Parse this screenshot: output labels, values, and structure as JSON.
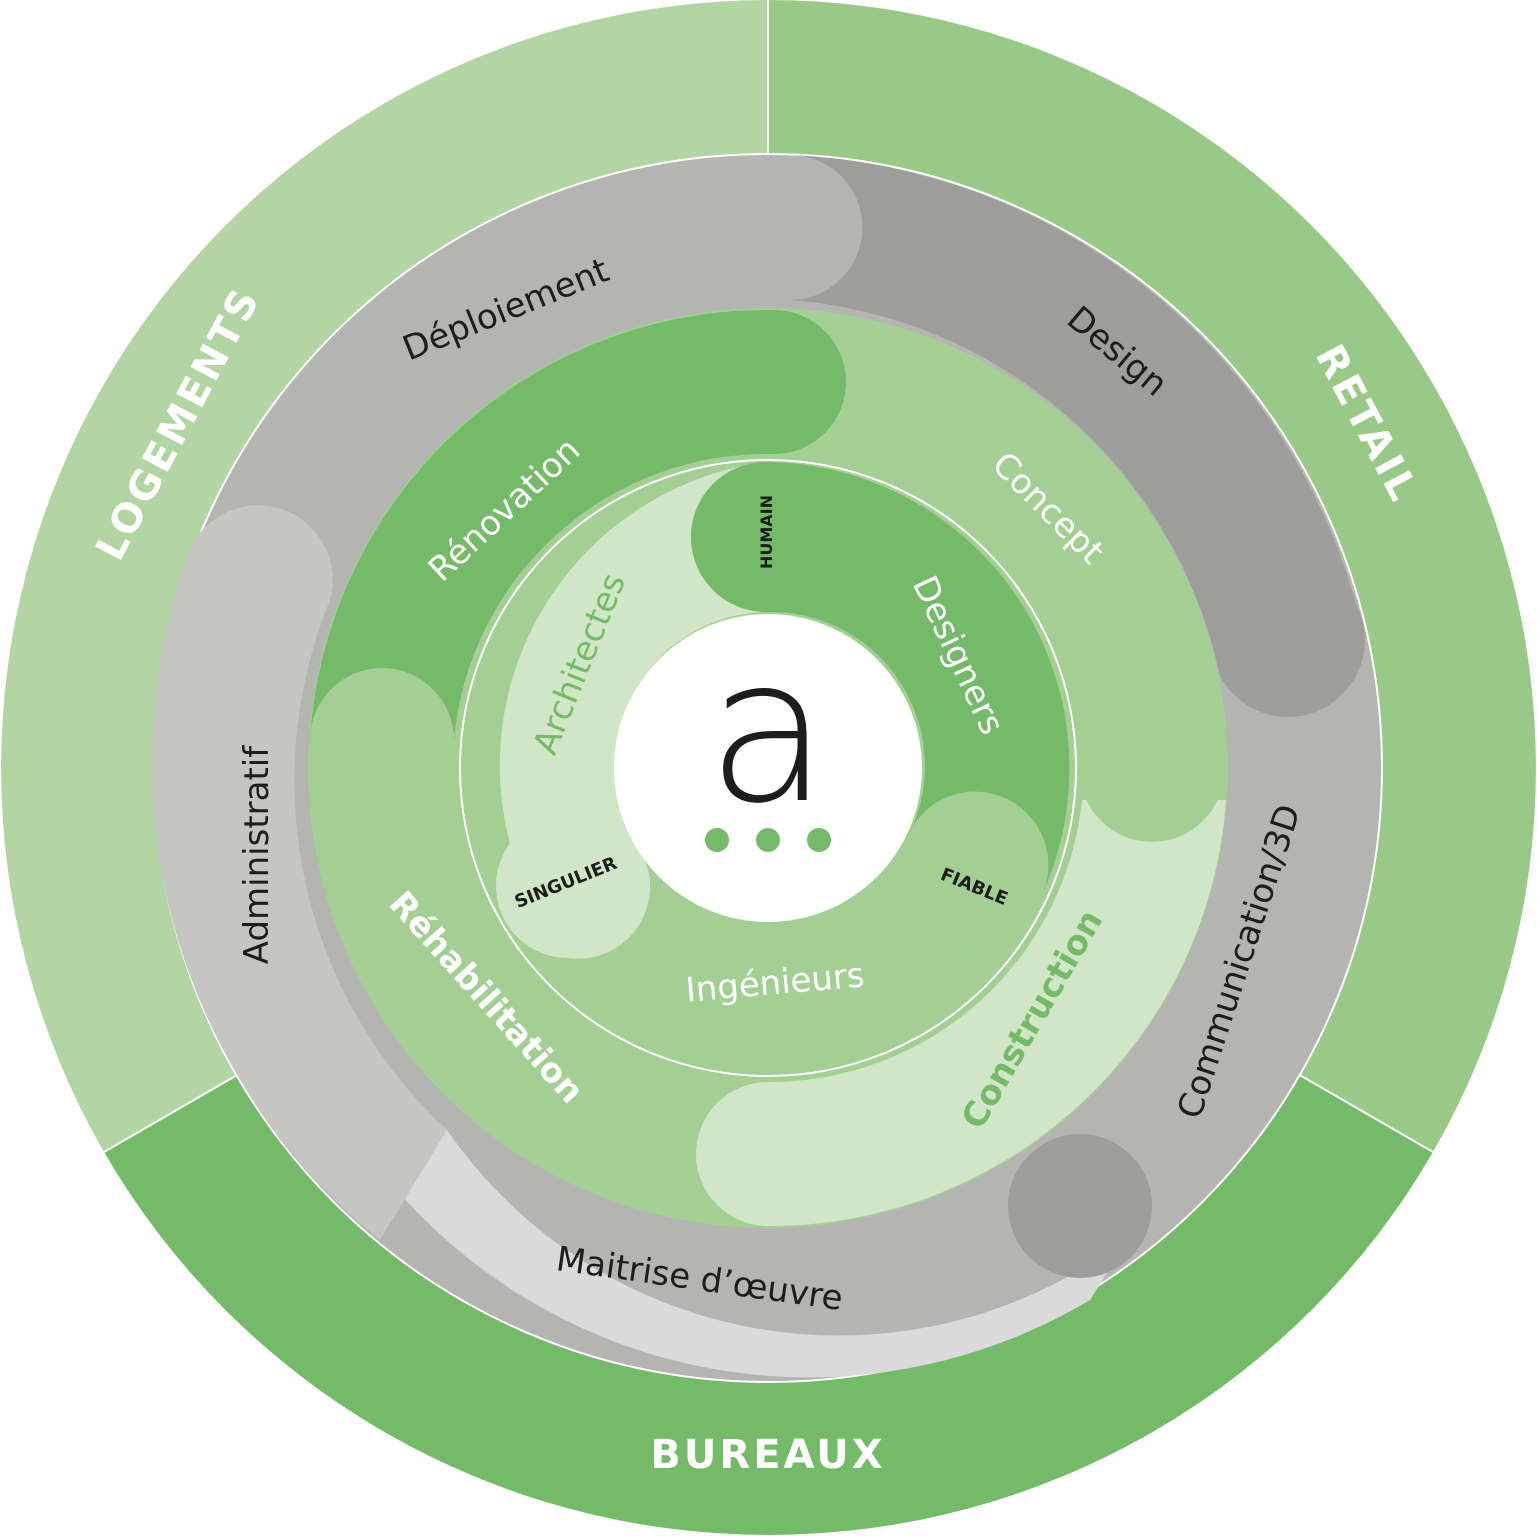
{
  "colors": {
    "logements": "#b3d5a3",
    "retail": "#99c987",
    "bureaux": "#74ba68",
    "grey_dark": "#9d9d9b",
    "grey_mid": "#b4b4b3",
    "grey_admin": "#c5c5c4",
    "grey_light": "#dadada",
    "green_renovation": "#74ba68",
    "green_concept": "#a3cf94",
    "green_rehab": "#a3cf94",
    "green_construction": "#d1e6c6",
    "core_light": "#d1e6c6",
    "core_mid": "#a3cf94",
    "core_dark": "#74ba68",
    "white": "#ffffff",
    "text_dark": "#1d1d1b",
    "text_green": "#74ba68",
    "text_white": "#ffffff"
  },
  "sectors": {
    "logements": "LOGEMENTS",
    "retail": "RETAIL",
    "bureaux": "BUREAUX"
  },
  "services": {
    "deploiement": "Déploiement",
    "design": "Design",
    "administratif": "Administratif",
    "communication": "Communication/3D",
    "maitrise": "Maitrise d’œuvre"
  },
  "activities": {
    "renovation": "Rénovation",
    "concept": "Concept",
    "rehabilitation": "Réhabilitation",
    "construction": "Construction"
  },
  "teams": {
    "architectes": "Architectes",
    "designers": "Designers",
    "ingenieurs": "Ingénieurs"
  },
  "values": {
    "humain": "HUMAIN",
    "singulier": "SINGULIER",
    "fiable": "FIABLE"
  },
  "logo": {
    "letter": "a",
    "dots_icon": "three-dots-icon"
  }
}
